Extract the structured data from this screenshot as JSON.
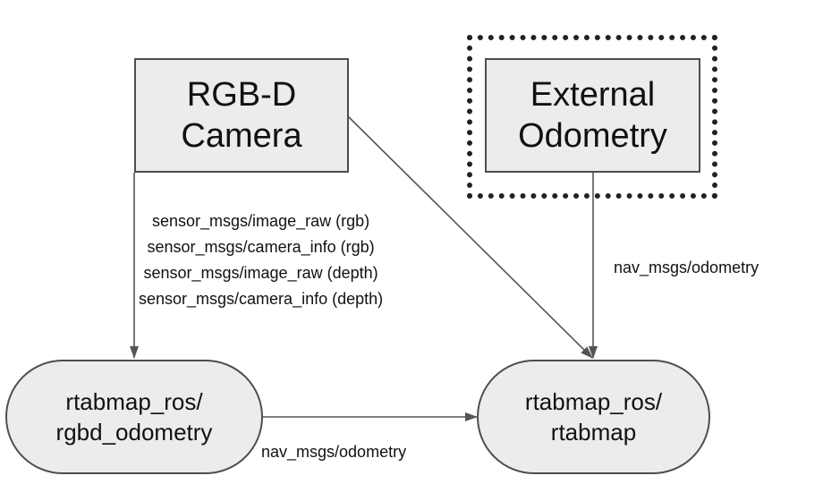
{
  "nodes": {
    "rgbd_camera": [
      "RGB-D",
      "Camera"
    ],
    "external_odometry": [
      "External",
      "Odometry"
    ],
    "rgbd_odometry": [
      "rtabmap_ros/",
      "rgbd_odometry"
    ],
    "rtabmap": [
      "rtabmap_ros/",
      "rtabmap"
    ]
  },
  "edges": {
    "camera_topics": [
      "sensor_msgs/image_raw (rgb)",
      "sensor_msgs/camera_info (rgb)",
      "sensor_msgs/image_raw (depth)",
      "sensor_msgs/camera_info (depth)"
    ],
    "external_odometry_topic": "nav_msgs/odometry",
    "rgbd_odometry_topic": "nav_msgs/odometry"
  },
  "colors": {
    "node_fill": "#ececec",
    "node_border": "#4d4d4d",
    "edge": "#555555",
    "dotted_frame": "#222222"
  }
}
